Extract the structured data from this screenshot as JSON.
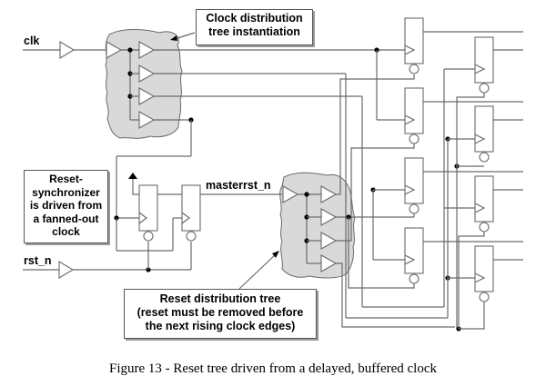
{
  "figure": {
    "caption": "Figure 13 - Reset tree driven from a delayed, buffered clock",
    "signals": {
      "clk": "clk",
      "rst_n": "rst_n",
      "masterrst_n": "masterrst_n"
    },
    "callouts": {
      "clock_tree": [
        "Clock distribution",
        "tree instantiation"
      ],
      "reset_sync": [
        "Reset-",
        "synchronizer",
        "is driven from",
        "a fanned-out",
        "clock"
      ],
      "reset_tree": [
        "Reset distribution tree",
        "(reset must be removed before",
        "the next rising clock edges)"
      ]
    },
    "colors": {
      "cloud_fill": "#d9d9d9",
      "wire": "#6a6a6a",
      "text": "#000000"
    },
    "components": {
      "clock_tree_buffers": 5,
      "reset_tree_buffers": 5,
      "sync_flipflops": 2,
      "output_flipflops": 8
    }
  }
}
